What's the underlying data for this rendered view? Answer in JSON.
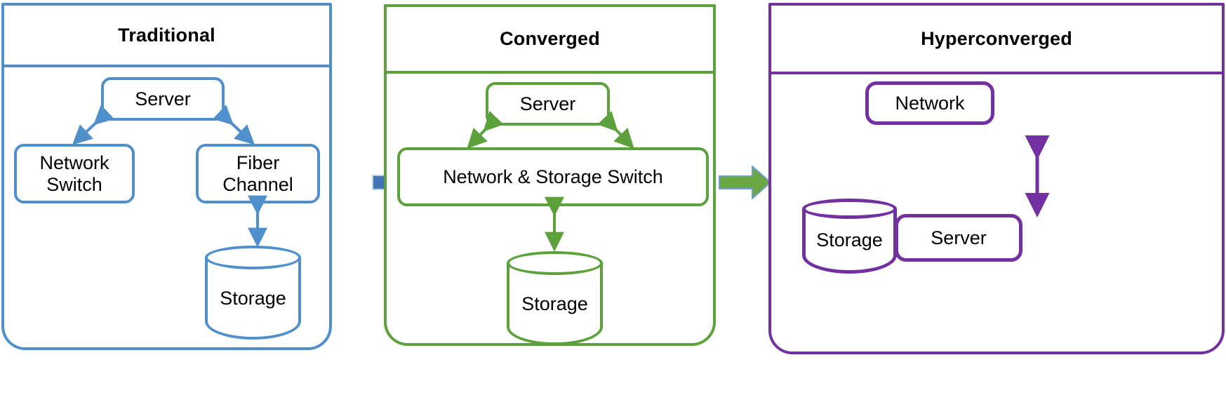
{
  "diagram": {
    "title_traditional": "Traditional",
    "title_converged": "Converged",
    "title_hyperconverged": "Hyperconverged"
  },
  "colors": {
    "blue": "#4f8fcc",
    "green": "#5da13c",
    "purple": "#7230a0",
    "arrow_blue_fill": "#4472b6",
    "arrow_green_fill": "#6aa843",
    "background": "#ffffff",
    "text": "#000000"
  },
  "panels": [
    {
      "id": "traditional",
      "title": "Traditional",
      "accent": "#4f8fcc",
      "nodes": [
        {
          "id": "server",
          "label": "Server",
          "shape": "rounded-rect"
        },
        {
          "id": "network-switch",
          "label": "Network\nSwitch",
          "shape": "rounded-rect"
        },
        {
          "id": "fiber-channel",
          "label": "Fiber\nChannel",
          "shape": "rounded-rect"
        },
        {
          "id": "storage",
          "label": "Storage",
          "shape": "cylinder"
        }
      ],
      "connectors": [
        {
          "from": "server",
          "to": "network-switch",
          "style": "double-arrow"
        },
        {
          "from": "server",
          "to": "fiber-channel",
          "style": "double-arrow"
        },
        {
          "from": "fiber-channel",
          "to": "storage",
          "style": "double-arrow"
        }
      ]
    },
    {
      "id": "converged",
      "title": "Converged",
      "accent": "#5da13c",
      "nodes": [
        {
          "id": "server",
          "label": "Server",
          "shape": "rounded-rect"
        },
        {
          "id": "net-stor-switch",
          "label": "Network & Storage Switch",
          "shape": "rounded-rect"
        },
        {
          "id": "storage",
          "label": "Storage",
          "shape": "cylinder"
        }
      ],
      "connectors": [
        {
          "from": "server",
          "to": "net-stor-switch",
          "style": "double-arrow"
        },
        {
          "from": "net-stor-switch",
          "to": "storage",
          "style": "double-arrow"
        }
      ]
    },
    {
      "id": "hyperconverged",
      "title": "Hyperconverged",
      "accent": "#7230a0",
      "nodes": [
        {
          "id": "network",
          "label": "Network",
          "shape": "rounded-rect"
        },
        {
          "id": "storage",
          "label": "Storage",
          "shape": "cylinder"
        },
        {
          "id": "server",
          "label": "Server",
          "shape": "rounded-rect"
        }
      ],
      "connectors": [
        {
          "from": "network",
          "to": "server",
          "style": "double-arrow"
        }
      ]
    }
  ],
  "transitions": [
    {
      "id": "traditional-to-converged",
      "label": "",
      "direction": "right",
      "color": "#4472b6"
    },
    {
      "id": "converged-to-hyperconverged",
      "label": "",
      "direction": "right",
      "color": "#6aa843"
    }
  ]
}
